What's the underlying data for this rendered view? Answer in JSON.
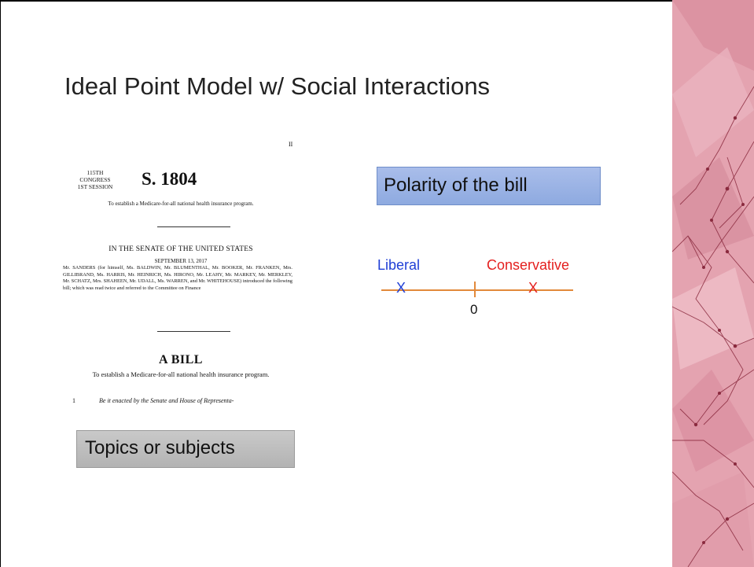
{
  "slide": {
    "title": "Ideal Point Model w/ Social Interactions"
  },
  "bill_document": {
    "roman_numeral": "II",
    "congress": "115TH CONGRESS",
    "session": "1ST SESSION",
    "bill_number": "S. 1804",
    "short_purpose": "To establish a Medicare-for-all national health insurance program.",
    "chamber": "IN THE SENATE OF THE UNITED STATES",
    "date": "SEPTEMBER 13, 2017",
    "sponsors_text": "Mr. SANDERS (for himself, Ms. BALDWIN, Mr. BLUMENTHAL, Mr. BOOKER, Mr. FRANKEN, Mrs. GILLIBRAND, Ms. HARRIS, Mr. HEINRICH, Ms. HIRONO, Mr. LEAHY, Mr. MARKEY, Mr. MERKLEY, Mr. SCHATZ, Mrs. SHAHEEN, Mr. UDALL, Ms. WARREN, and Mr. WHITEHOUSE) introduced the following bill; which was read twice and referred to the Committee on Finance",
    "heading": "A BILL",
    "long_purpose": "To establish a Medicare-for-all national health insurance program.",
    "line_number": "1",
    "enacting_clause": "Be it enacted by the Senate and House of Representa-"
  },
  "callouts": {
    "topics": "Topics or subjects",
    "polarity": "Polarity of the bill"
  },
  "scale": {
    "left_label": "Liberal",
    "right_label": "Conservative",
    "left_mark": "X",
    "right_mark": "X",
    "center_label": "0",
    "colors": {
      "liberal": "#1f3fd6",
      "conservative": "#e4201f",
      "axis": "#e2893a"
    }
  },
  "decoration": {
    "colors": {
      "panel": "#e4a3b0",
      "network": "#8a2a3e"
    }
  }
}
